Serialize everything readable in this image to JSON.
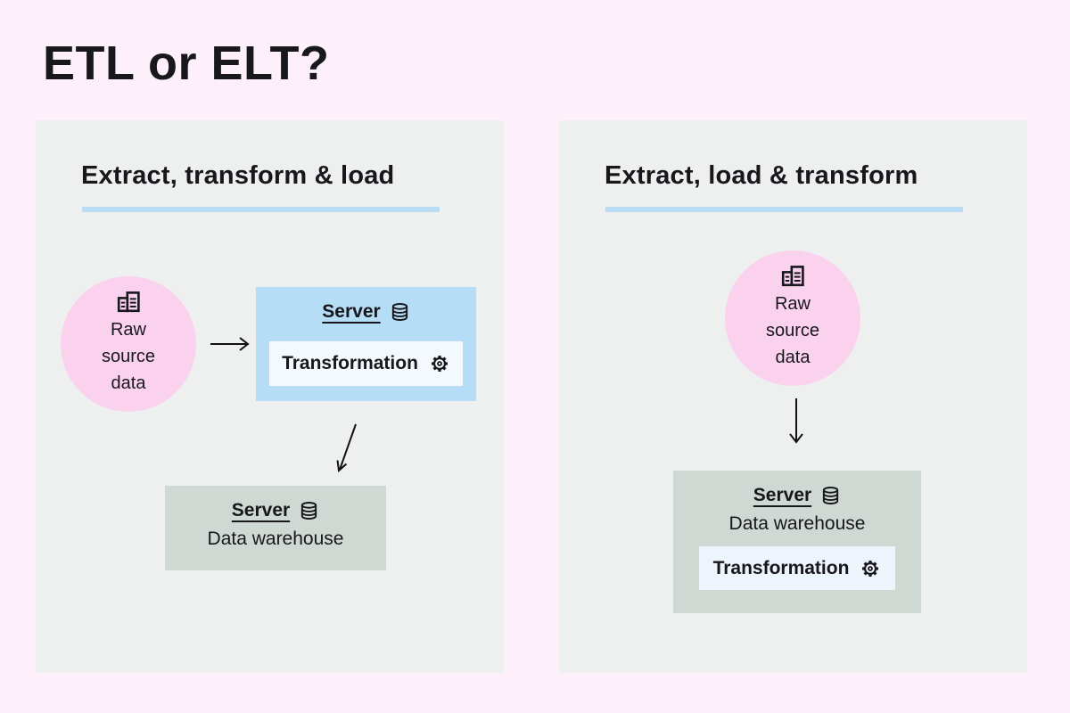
{
  "title": "ETL or ELT?",
  "colors": {
    "page_bg": "#fdf0fa",
    "panel_bg": "#eef0ef",
    "circle_bg": "#fbd2ee",
    "server_box_bg": "#b6ddf6",
    "warehouse_box_bg": "#cfd8d2",
    "transformation_chip_bg": "#f3f9fd",
    "heading_underline": "#b9ddf5",
    "text": "#17171c",
    "arrow": "#111111"
  },
  "icons": {
    "raw_source": "spreadsheet-icon",
    "server": "database-icon",
    "transformation": "gear-icon"
  },
  "panels": [
    {
      "heading": "Extract, transform & load",
      "raw_source_label": "Raw source data",
      "server_label": "Server",
      "transformation_label": "Transformation",
      "warehouse_server_label": "Server",
      "warehouse_label": "Data warehouse"
    },
    {
      "heading": "Extract, load & transform",
      "raw_source_label": "Raw source data",
      "warehouse_server_label": "Server",
      "warehouse_label": "Data warehouse",
      "transformation_label": "Transformation"
    }
  ]
}
